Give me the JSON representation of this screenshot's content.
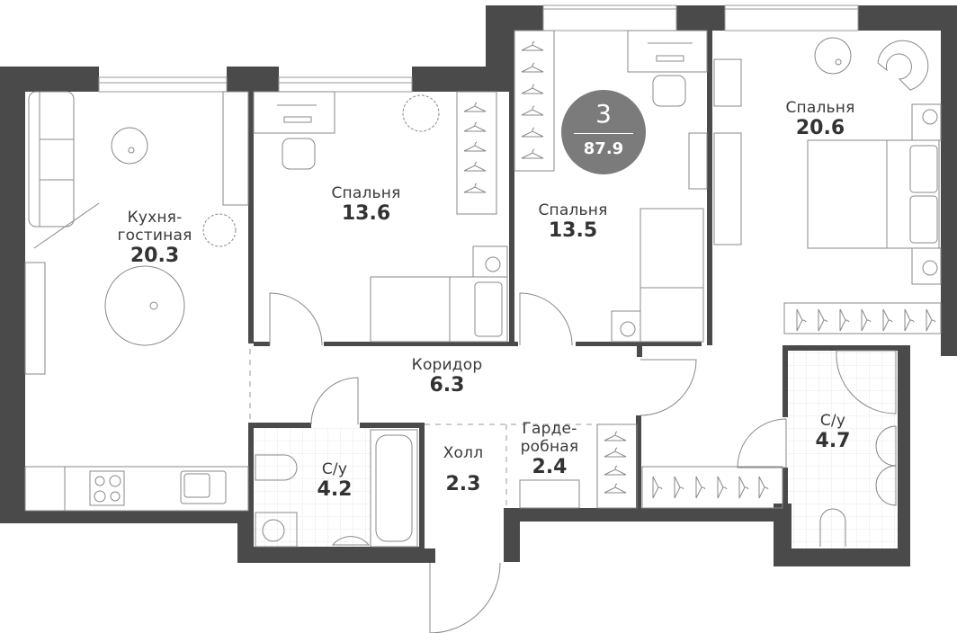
{
  "apartment": {
    "rooms_count": "3",
    "total_area": "87.9"
  },
  "colors": {
    "wall": "#4a4a4a",
    "line": "#888888",
    "tile": "#e6e6e6",
    "badge": "#7b7b7b",
    "text": "#3a3a3a"
  },
  "rooms": [
    {
      "id": "kitchen-living",
      "name_line1": "Кухня-",
      "name_line2": "гостиная",
      "area": "20.3"
    },
    {
      "id": "bedroom-1",
      "name": "Спальня",
      "area": "13.6"
    },
    {
      "id": "bedroom-2",
      "name": "Спальня",
      "area": "13.5"
    },
    {
      "id": "bedroom-3",
      "name": "Спальня",
      "area": "20.6"
    },
    {
      "id": "corridor",
      "name": "Коридор",
      "area": "6.3"
    },
    {
      "id": "bathroom-1",
      "name": "С/у",
      "area": "4.2"
    },
    {
      "id": "hall",
      "name": "Холл",
      "area": "2.3"
    },
    {
      "id": "wardrobe",
      "name_line1": "Гарде-",
      "name_line2": "робная",
      "area": "2.4"
    },
    {
      "id": "bathroom-2",
      "name": "С/у",
      "area": "4.7"
    }
  ]
}
